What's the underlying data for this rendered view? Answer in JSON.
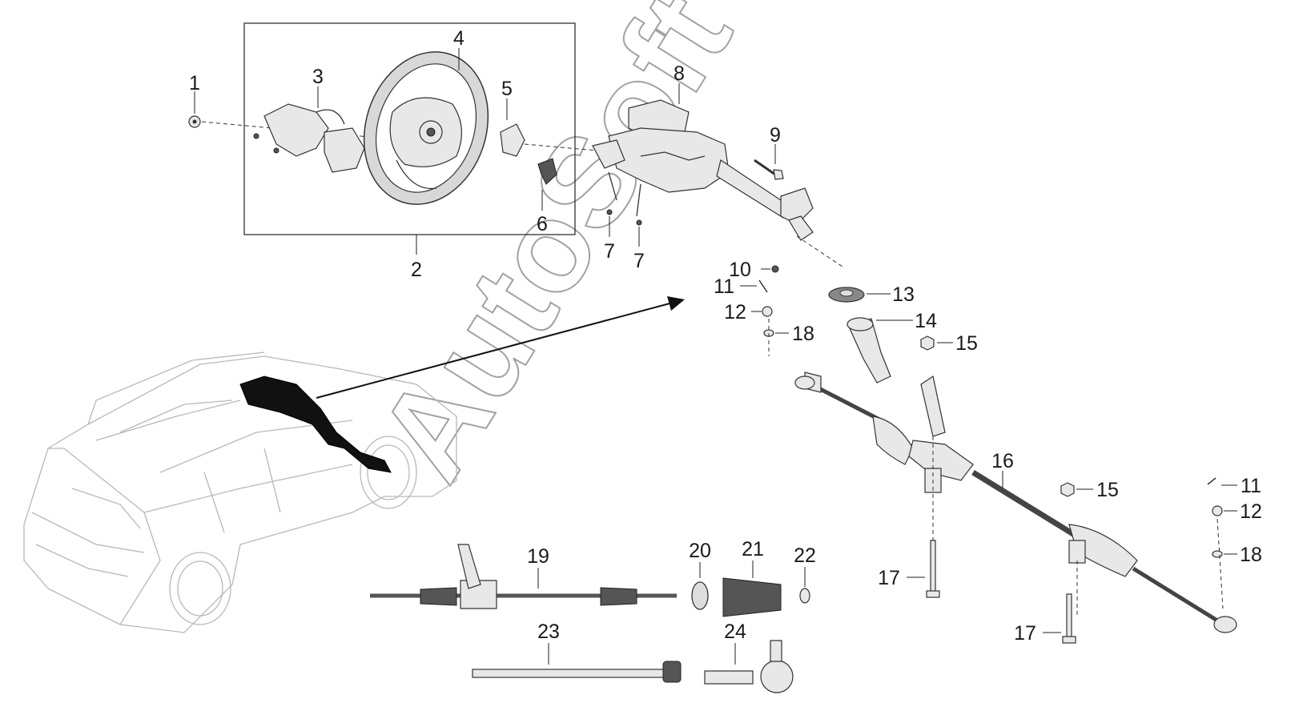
{
  "watermark": "AutoSoft",
  "callouts": [
    "1",
    "2",
    "3",
    "4",
    "5",
    "6",
    "7",
    "7",
    "8",
    "9",
    "10",
    "11",
    "12",
    "18",
    "13",
    "14",
    "15",
    "16",
    "15",
    "11",
    "12",
    "18",
    "17",
    "17",
    "19",
    "20",
    "21",
    "22",
    "23",
    "24"
  ]
}
